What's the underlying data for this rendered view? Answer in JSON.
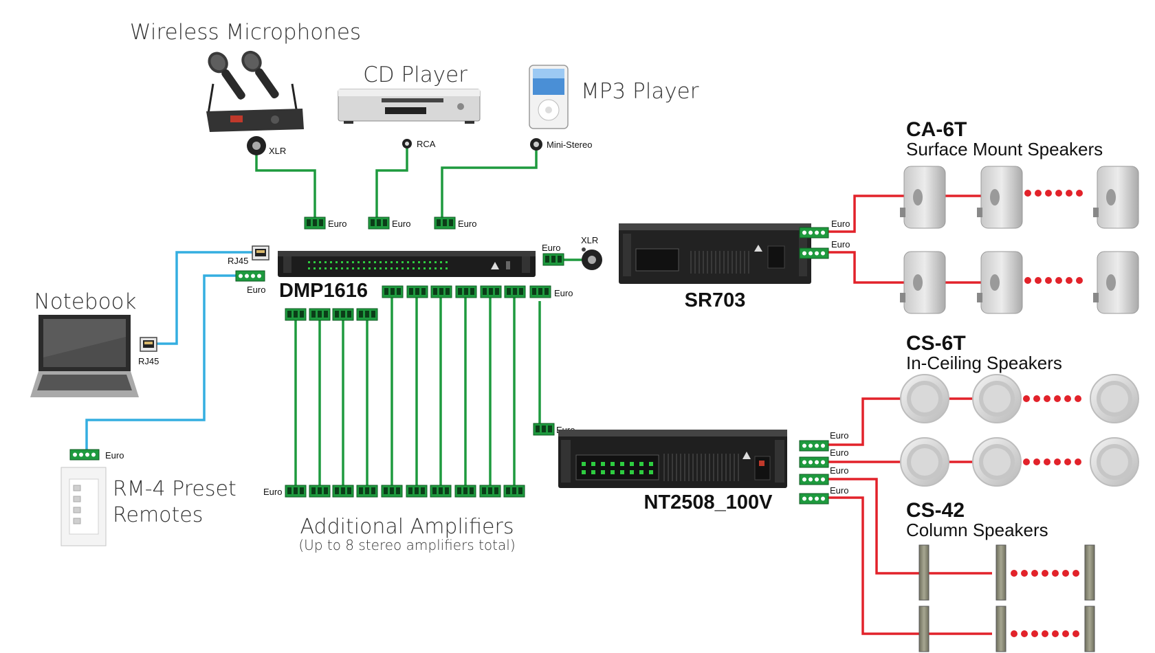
{
  "sources": {
    "wireless_mics": "Wireless Microphones",
    "cd_player": "CD Player",
    "mp3_player": "MP3 Player"
  },
  "connectors": {
    "xlr": "XLR",
    "rca": "RCA",
    "mini_stereo": "Mini-Stereo",
    "euro": "Euro",
    "rj45": "RJ45"
  },
  "devices": {
    "dmp": "DMP1616",
    "sr703": "SR703",
    "nt2508": "NT2508_100V",
    "notebook": "Notebook",
    "remotes_line1": "RM-4 Preset",
    "remotes_line2": "Remotes"
  },
  "amplifiers": {
    "title": "Additional Amplifiers",
    "subtitle": "(Up to 8 stereo amplifiers total)"
  },
  "speakers": {
    "ca6t_model": "CA-6T",
    "ca6t_desc": "Surface Mount Speakers",
    "cs6t_model": "CS-6T",
    "cs6t_desc": "In-Ceiling Speakers",
    "cs42_model": "CS-42",
    "cs42_desc": "Column Speakers"
  },
  "colors": {
    "audio_wire": "#1e9a3e",
    "control_wire": "#34aee0",
    "speaker_wire": "#e2222a"
  }
}
